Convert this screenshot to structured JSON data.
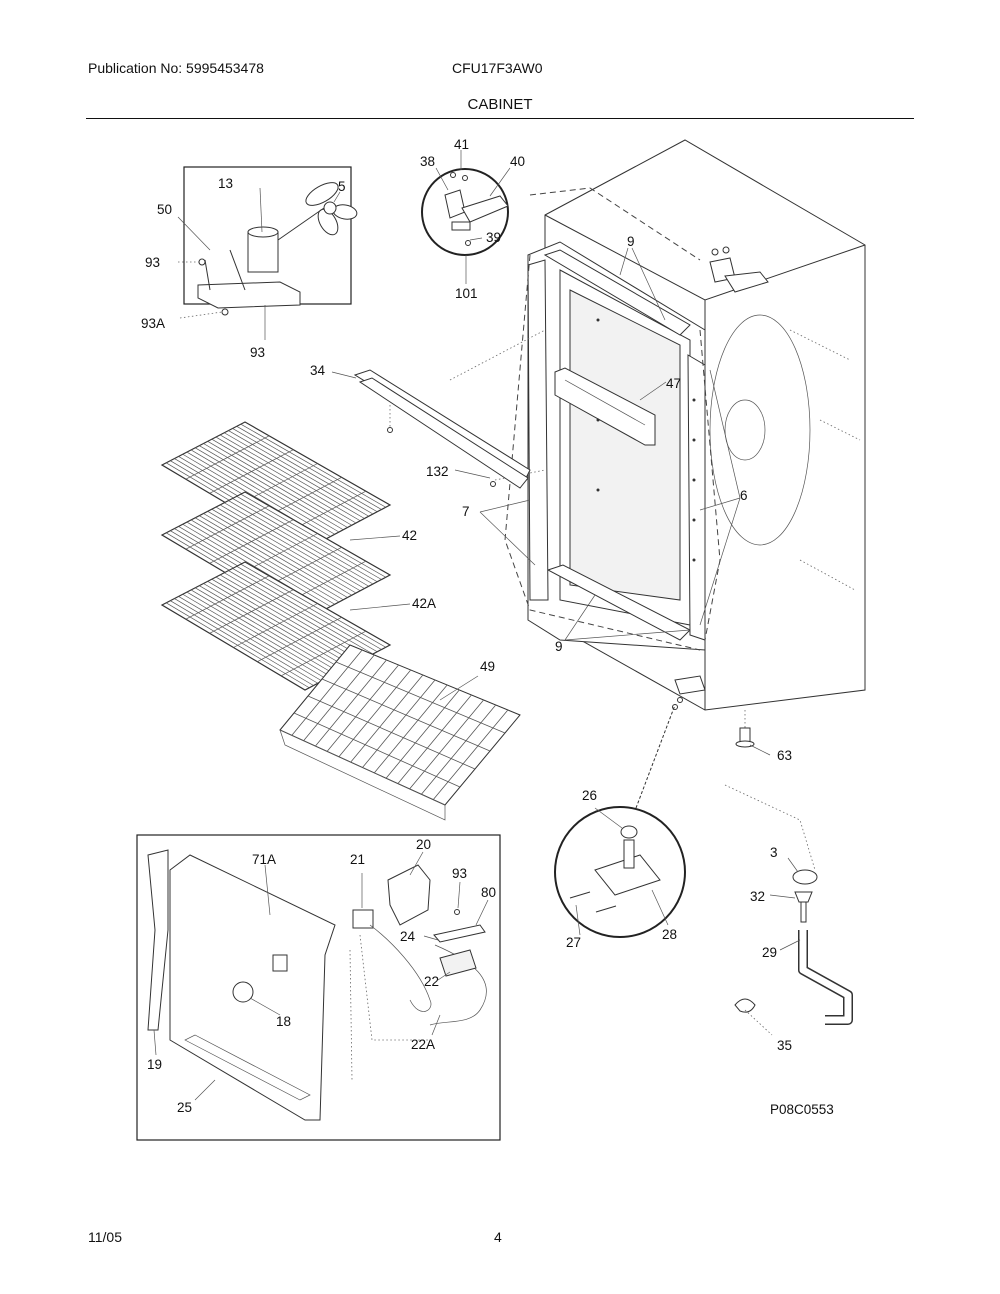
{
  "header": {
    "publication": "Publication No: 5995453478",
    "model": "CFU17F3AW0",
    "title": "CABINET"
  },
  "footer": {
    "date": "11/05",
    "page": "4"
  },
  "diagram_code": "P08C0553",
  "callouts": [
    "41",
    "38",
    "40",
    "39",
    "101",
    "13",
    "5",
    "50",
    "93",
    "93A",
    "93",
    "9",
    "34",
    "47",
    "132",
    "7",
    "6",
    "42",
    "42A",
    "49",
    "9",
    "63",
    "26",
    "3",
    "32",
    "29",
    "27",
    "28",
    "35",
    "20",
    "71A",
    "21",
    "93",
    "80",
    "24",
    "22",
    "18",
    "19",
    "22A",
    "25"
  ]
}
